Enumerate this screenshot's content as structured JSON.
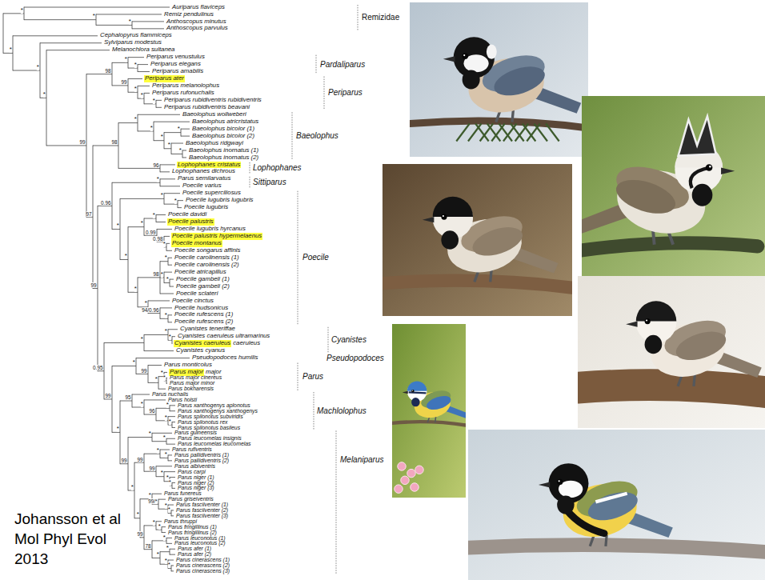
{
  "diagram": {
    "caption": "Johansson et al Mol Phyl Evol 2013",
    "nodes": [
      {
        "text": [
          "Periparus ater"
        ]
      },
      {
        "text": [
          "Lophophanes cristatus"
        ]
      },
      {
        "text": [
          "Poecile palustris"
        ]
      },
      {
        "text": [
          "Poecile palustris hypermelaenus"
        ]
      },
      {
        "text": [
          "Poecile montanus"
        ]
      },
      {
        "text": [
          "Cyanistes caeruleus"
        ]
      },
      {
        "text": [
          "Parus major"
        ]
      }
    ],
    "labels": [
      "Auriparus flaviceps",
      "Remiz pendulinus",
      "Anthoscopus minutus",
      "Anthoscopus parvulus",
      "Cephalopyrus flammiceps",
      "Sylviparus modestus",
      "Melanochlora sultanea",
      "Periparus venustulus",
      "Periparus elegans",
      "Periparus amabilis",
      "Periparus melanolophus",
      "Periparus rufonuchalis",
      "Periparus rubidiventris rubidiventris",
      "Periparus rubidiventris beavani",
      "Baeolophus wollweberi",
      "Baeolophus atricristatus",
      "Baeolophus bicolor (1)",
      "Baeolophus bicolor (2)",
      "Baeolophus ridgwayi",
      "Baeolophus inornatus (1)",
      "Baeolophus inornatus (2)",
      "Lophophanes dichrous",
      "Parus semilarvatus",
      "Poecile varius",
      "Poecile superciliosus",
      "Poecile lugubris lugubris",
      "Poecile lugubris",
      "Poecile davidi",
      "Poecile lugubris hyrcanus",
      "Poecile songarus affinis",
      "Poecile carolinensis (1)",
      "Poecile carolinensis (2)",
      "Poecile atricapillus",
      "Poecile gambeli (1)",
      "Poecile gambeli (2)",
      "Poecile sclateri",
      "Poecile cinctus",
      "Poecile hudsonicus",
      "Poecile rufescens (1)",
      "Poecile rufescens (2)",
      "Cyanistes teneriffae",
      "Cyanistes caeruleus ultramarinus",
      "caeruleus",
      "Cyanistes cyanus",
      "Pseudopodoces humilis",
      "Parus monticolus",
      "major",
      "Parus major cinereus",
      "Parus major minor",
      "Parus bokharensis",
      "Parus nuchalis",
      "Parus holsti",
      "Parus xanthogenys aplonotus",
      "Parus xanthogenys xanthogenys",
      "Parus spilonotus subviridis",
      "Parus spilonotus rex",
      "Parus spilonotus basileus",
      "Parus guineensis",
      "Parus leucomelas insignis",
      "Parus leucomelas leucomelas",
      "Parus rufiventris",
      "Parus pallidiventris (1)",
      "Parus pallidiventris (2)",
      "Parus albiventris",
      "Parus carpi",
      "Parus niger (1)",
      "Parus niger (2)",
      "Parus niger (3)",
      "Parus funereus",
      "Parus griseiventris",
      "Parus fasciiventer (1)",
      "Parus fasciiventer (2)",
      "Parus fasciiventer (3)",
      "Parus thruppi",
      "Parus fringillinus (1)",
      "Parus fringillinus (2)",
      "Parus leuconotus (1)",
      "Parus leuconotus (2)",
      "Parus afer (1)",
      "Parus afer (2)",
      "Parus cinerascens (1)",
      "Parus cinerascens (2)",
      "Parus cinerascens (3)",
      "Remizidae",
      "Pardaliparus",
      "Periparus",
      "Baeolophus",
      "Lophophanes",
      "Sittiparus",
      "Poecile",
      "Cyanistes",
      "Pseudopodoces",
      "Parus",
      "Machlolophus",
      "Melaniparus",
      "99",
      "97",
      "98",
      "99",
      "98",
      "96",
      "0.96",
      "99",
      "0.99",
      "0.98",
      "94/0.96",
      "98",
      "0.95",
      "99",
      "99",
      "95",
      "96",
      "99",
      "99",
      "99",
      "99/*",
      "78",
      "99",
      "*",
      "*",
      "*",
      "*",
      "*",
      "*",
      "*",
      "*",
      "*",
      "*",
      "*",
      "*",
      "*",
      "*",
      "*",
      "*",
      "*",
      "*",
      "*",
      "*",
      "*",
      "*",
      "*",
      "*",
      "*",
      "*",
      "*",
      "*",
      "*",
      "*",
      "*",
      "*",
      "*",
      "*",
      "*",
      "*",
      "*",
      "*",
      "*",
      "*",
      "*",
      "*",
      "*",
      "*",
      "*",
      "*",
      "*",
      "*",
      "*",
      "*",
      "*",
      "*",
      "*",
      "*",
      "*",
      "*",
      "*",
      "*",
      "*",
      "*",
      "*",
      "*"
    ]
  }
}
